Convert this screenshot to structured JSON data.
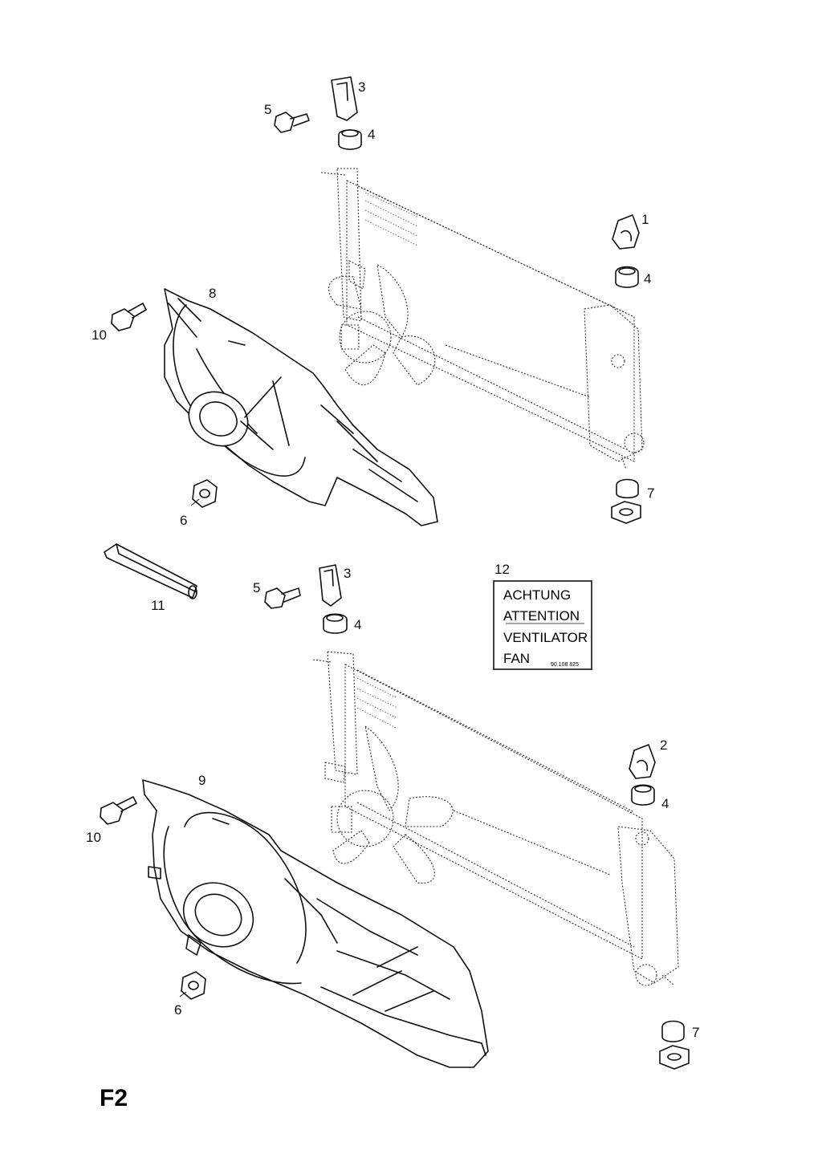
{
  "page_code": "F2",
  "callouts": {
    "c1": "1",
    "c2": "2",
    "c3a": "3",
    "c3b": "3",
    "c4a": "4",
    "c4b": "4",
    "c4c": "4",
    "c4d": "4",
    "c5a": "5",
    "c5b": "5",
    "c6a": "6",
    "c6b": "6",
    "c7a": "7",
    "c7b": "7",
    "c8": "8",
    "c9": "9",
    "c10a": "10",
    "c10b": "10",
    "c11": "11",
    "c12": "12"
  },
  "warning_label": {
    "line1": "ACHTUNG",
    "line2": "ATTENTION",
    "line3": "VENTILATOR",
    "line4": "FAN",
    "part_no": "90 108 825"
  }
}
